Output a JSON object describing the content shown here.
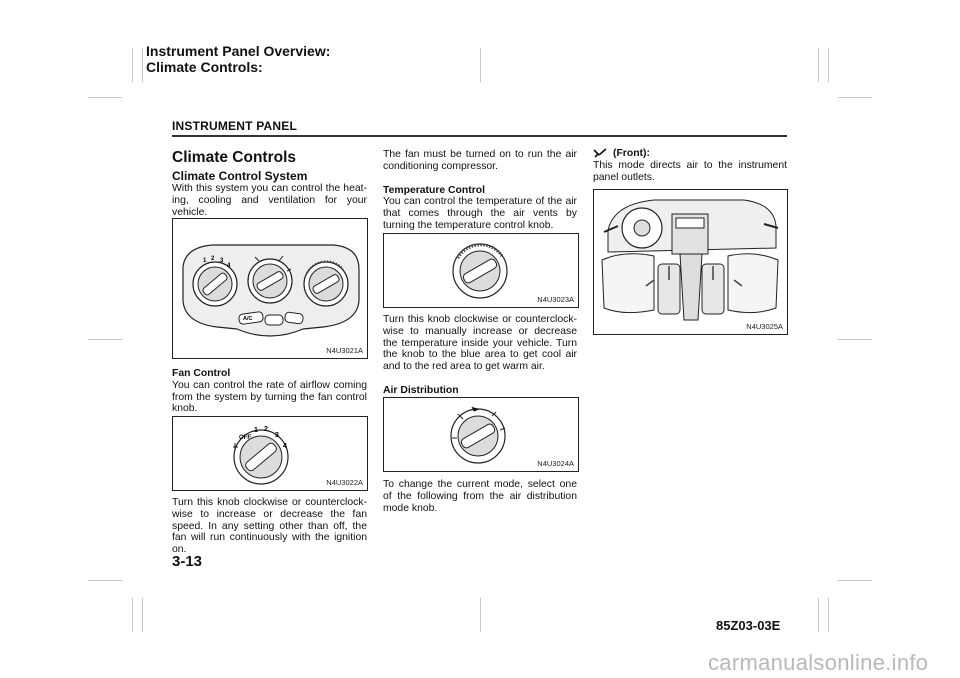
{
  "header": {
    "title_line1": "Instrument Panel Overview:",
    "title_line2": "Climate Controls:",
    "section": "INSTRUMENT PANEL"
  },
  "col1": {
    "heading": "Climate Controls",
    "subheading": "Climate Control System",
    "intro": "With this system you can control the heat-ing, cooling and ventilation for your vehicle.",
    "fig1_code": "N4U3021A",
    "fan_heading": "Fan Control",
    "fan_text": "You can control the rate of airflow coming from the system by turning the fan control knob.",
    "fig2_code": "N4U3022A",
    "fan_text2": "Turn this knob clockwise or counterclock-wise to increase or decrease the fan speed. In any setting other than off, the fan will run continuously with the ignition on."
  },
  "col2": {
    "intro": "The fan must be turned on to run the air conditioning compressor.",
    "temp_heading": "Temperature Control",
    "temp_text": "You can control the temperature of the air that comes through the air vents by turning the temperature control knob.",
    "fig3_code": "N4U3023A",
    "temp_text2": "Turn this knob clockwise or counterclock-wise to manually increase or decrease the temperature inside your vehicle. Turn the knob to the blue area to get cool air and to the red area to get warm air.",
    "air_heading": "Air Distribution",
    "fig4_code": "N4U3024A",
    "air_text": "To change the current mode, select one of the following from the air distribution mode knob."
  },
  "col3": {
    "front_heading": "(Front):",
    "front_text": "This mode directs air to the instrument panel outlets.",
    "fig5_code": "N4U3025A"
  },
  "knob_labels": {
    "off": "OFF",
    "n1": "1",
    "n2": "2",
    "n3": "3",
    "n4": "4",
    "ac": "A/C"
  },
  "footer": {
    "page_number": "3-13",
    "doc_code": "85Z03-03E",
    "watermark": "carmanualsonline.info"
  }
}
